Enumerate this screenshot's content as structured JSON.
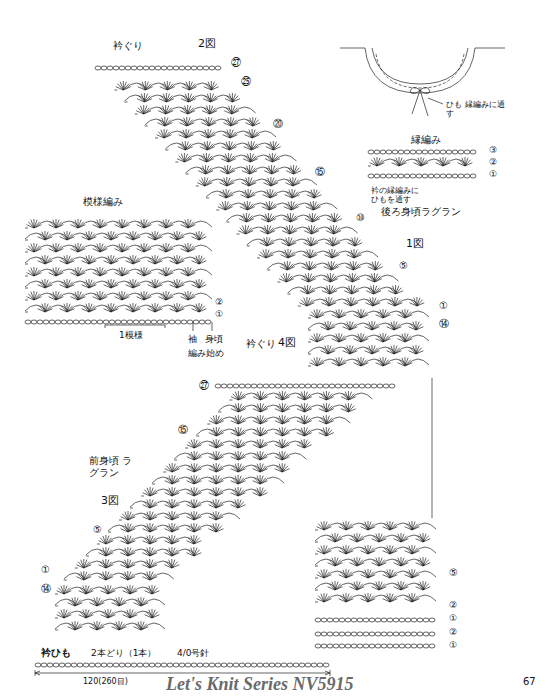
{
  "diagram": {
    "labels": [
      "衿ぐり",
      "2図",
      "㉗",
      "㉕",
      "⑳",
      "⑮",
      "⑩",
      "⑤",
      "①",
      "⑭",
      "後ろ身頃ラグラン",
      "1図",
      "ひも 縁編みに通す",
      "縁編み",
      "③",
      "②",
      "①",
      "衿の縁編みに ひもを通す",
      "模様編み",
      "②",
      "①",
      "1模様",
      "袖",
      "身頃",
      "編み始め",
      "衿ぐり",
      "4図",
      "㉗",
      "⑮",
      "前身頃 ラグラン",
      "3図",
      "⑤",
      "①",
      "⑭",
      "⑤",
      "②",
      "①",
      "②",
      "①",
      "衿ひも",
      "2本どり（1本）",
      "4/0号針",
      "120(260目)",
      "Let's Knit Series NV5915",
      "67"
    ]
  }
}
